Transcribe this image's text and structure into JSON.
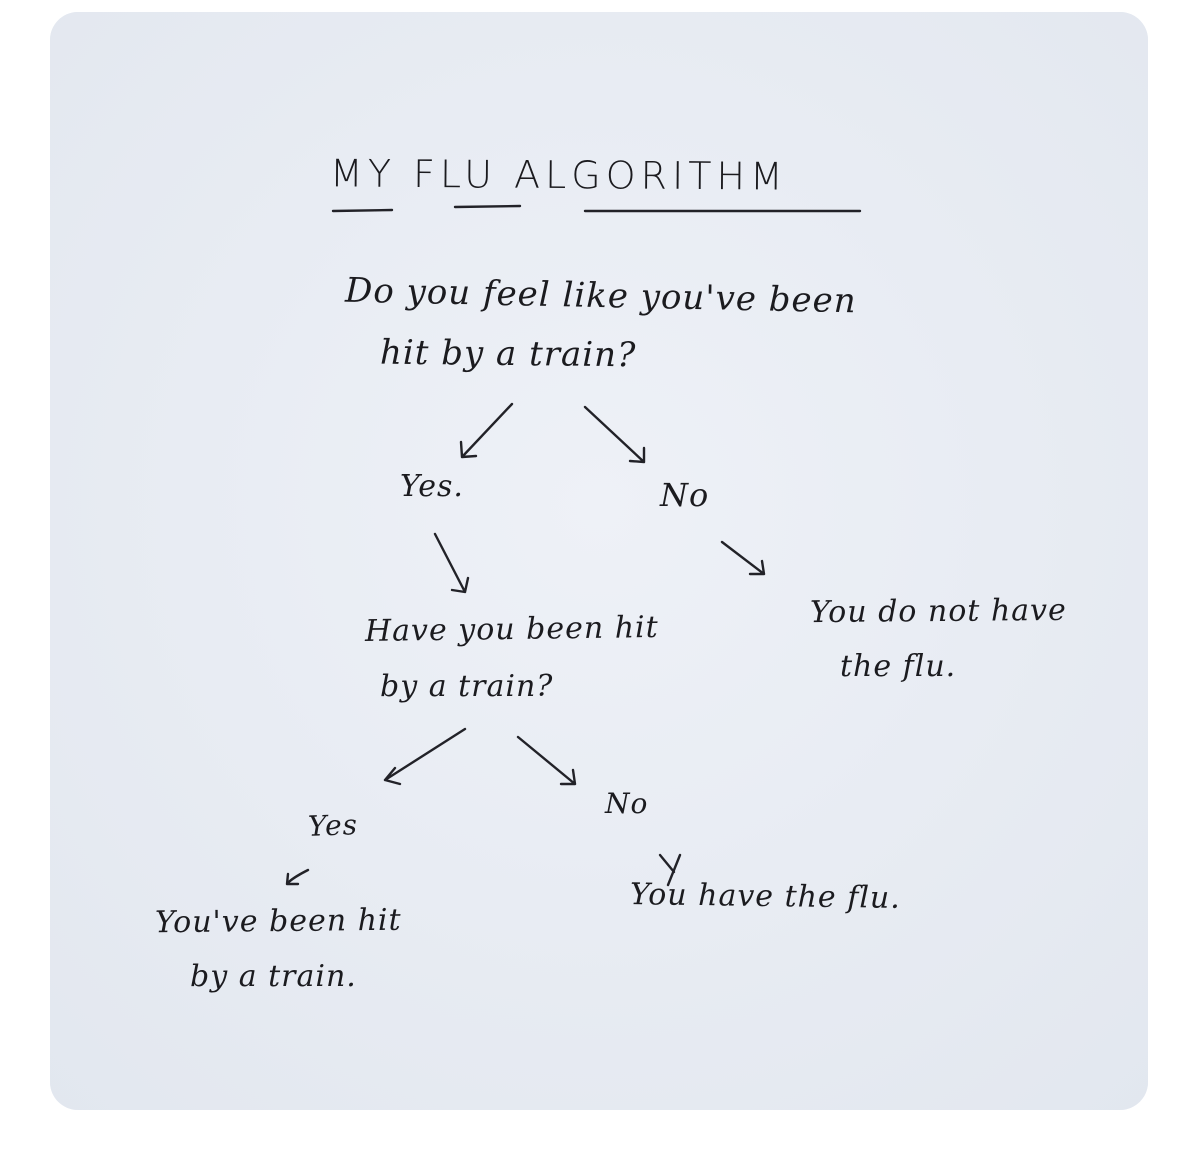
{
  "title": "MY FLU ALGORITHM",
  "question1": {
    "line1": "Do you feel like you've been",
    "line2": "hit by a train?"
  },
  "branch1": {
    "yes": "Yes.",
    "no": "No"
  },
  "outcome_no_flu": {
    "line1": "You do not have",
    "line2": "the flu."
  },
  "question2": {
    "line1": "Have you been hit",
    "line2": "by a train?"
  },
  "branch2": {
    "yes": "Yes",
    "no": "No"
  },
  "outcome_flu": "You have the flu.",
  "outcome_train": {
    "line1": "You've been hit",
    "line2": "by a train."
  },
  "colors": {
    "board": "#e9edf4",
    "ink": "#1b1b1f"
  }
}
